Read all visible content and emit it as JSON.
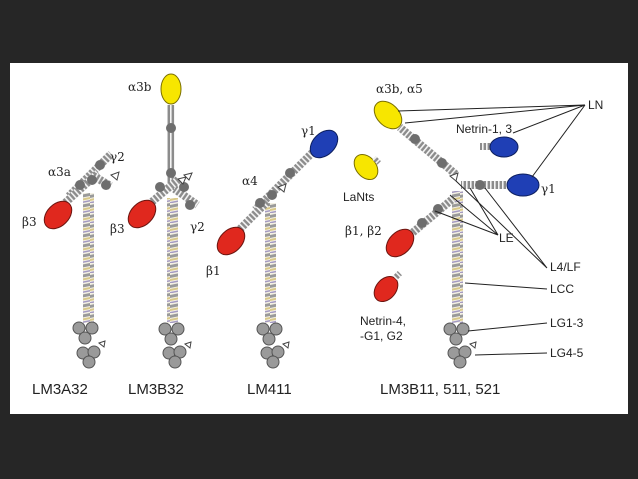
{
  "colors": {
    "background": "#262626",
    "panel": "#ffffff",
    "rod": "#8c8c8c",
    "red": "#e0281e",
    "yellow": "#f7e600",
    "blue": "#1f3fb5",
    "gray_ball": "#9a9a9a"
  },
  "labels": {
    "m1_a": "α3a",
    "m1_g": "γ2",
    "m1_b": "β3",
    "m1_caption": "LM3A32",
    "m2_a": "α3b",
    "m2_b": "β3",
    "m2_g": "γ2",
    "m2_caption": "LM3B32",
    "m3_a": "α4",
    "m3_g": "γ1",
    "m3_b": "β1",
    "m3_caption": "LM411",
    "m4_a": "α3b, α5",
    "m4_g": "γ1",
    "m4_b": "β1, β2",
    "m4_caption": "LM3B11, 511, 521",
    "lants": "LaNts",
    "netrin13": "Netrin-1, 3",
    "netrin4": "Netrin-4,",
    "netrin4b": "-G1, G2"
  },
  "legend": {
    "ln": "LN",
    "le": "LE",
    "l4lf": "L4/LF",
    "lcc": "LCC",
    "lg13": "LG1-3",
    "lg45": "LG4-5"
  }
}
